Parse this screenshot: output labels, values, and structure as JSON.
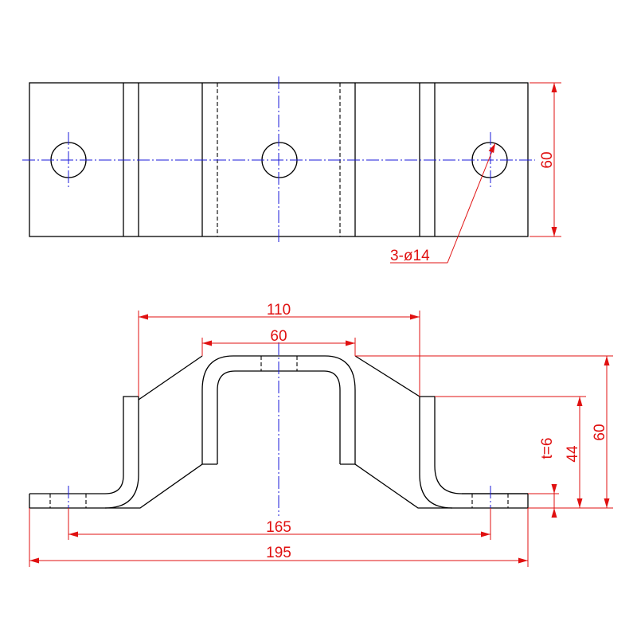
{
  "colors": {
    "outline": "#000000",
    "centerline": "#1a1ad8",
    "dimension": "#e01010"
  },
  "top_view": {
    "dim_height": "60",
    "hole_note": "3-ø14"
  },
  "front_view": {
    "dim_width_110": "110",
    "dim_width_60": "60",
    "dim_thickness": "t=6",
    "dim_height_44": "44",
    "dim_height_60": "60",
    "dim_hole_spacing": "165",
    "dim_overall": "195"
  }
}
